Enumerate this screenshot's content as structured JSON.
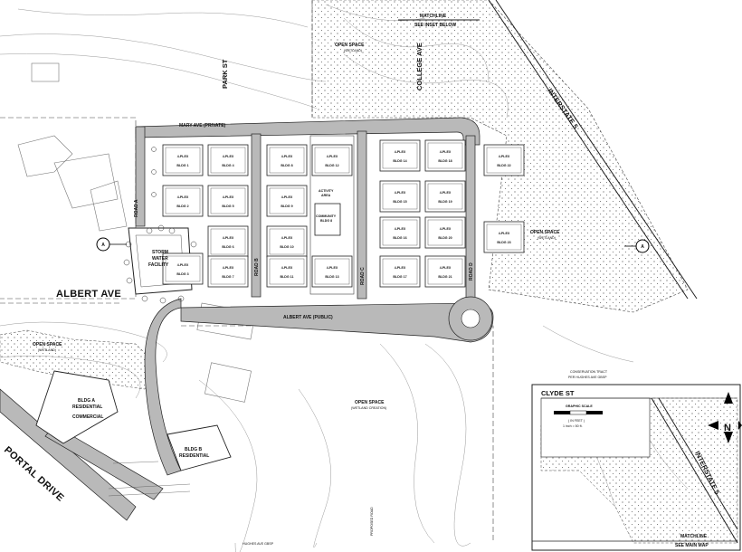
{
  "streets": {
    "park": "PARK ST",
    "college": "COLLEGE AVE",
    "interstate": "INTERSTATE 5",
    "interstate_inset": "INTERSTATE 5",
    "mary": "MARY AVE (PRIVATE)",
    "albert": "ALBERT AVE",
    "albert_public": "ALBERT AVE (PUBLIC)",
    "portal": "PORTAL DRIVE",
    "clyde": "CLYDE ST",
    "road_a": "ROAD A",
    "road_b": "ROAD B",
    "road_c": "ROAD C",
    "road_d": "ROAD D",
    "hughes": "HUGHES AVE GBSP",
    "proposed": "PROPOSED ROAD"
  },
  "labels": {
    "matchline": "MATCHLINE",
    "see_inset": "SEE INSET BELOW",
    "matchline_inset": "MATCHLINE",
    "see_main": "SEE MAIN MAP",
    "open_space_top": "OPEN SPACE",
    "wetland_top": "(WETLAND)",
    "open_space_right": "OPEN SPACE",
    "wetland_right": "(WETLAND)",
    "open_space_left": "OPEN SPACE",
    "wetland_left": "(WETLAND)",
    "open_space_center": "OPEN SPACE",
    "wetland_center": "(WETLAND CREATION)",
    "storm_water_1": "STORM",
    "storm_water_2": "WATER",
    "storm_water_3": "FACILITY",
    "activity_area_1": "ACTIVITY",
    "activity_area_2": "AREA",
    "community_1": "COMMUNITY",
    "community_2": "BLDG 8",
    "bldg_a_1": "BLDG A",
    "bldg_a_2": "RESIDENTIAL",
    "bldg_a_3": "COMMERCIAL",
    "bldg_b_1": "BLDG B",
    "bldg_b_2": "RESIDENTIAL",
    "conservation_1": "CONSERVATION TRACT",
    "conservation_2": "PER HUGHES AVE GBSP",
    "graphic_scale": "GRAPHIC SCALE",
    "scale_feet": "( IN FEET )",
    "scale_ratio": "1 inch = 50 ft.",
    "section": "A",
    "north": "N"
  },
  "buildings": [
    {
      "plex": "4-PLEX",
      "name": "BLDG 1"
    },
    {
      "plex": "4-PLEX",
      "name": "BLDG 2"
    },
    {
      "plex": "4-PLEX",
      "name": "BLDG 3"
    },
    {
      "plex": "4-PLEX",
      "name": "BLDG 4"
    },
    {
      "plex": "4-PLEX",
      "name": "BLDG 5"
    },
    {
      "plex": "4-PLEX",
      "name": "BLDG 6"
    },
    {
      "plex": "4-PLEX",
      "name": "BLDG 7"
    },
    {
      "plex": "4-PLEX",
      "name": "BLDG 8"
    },
    {
      "plex": "4-PLEX",
      "name": "BLDG 9"
    },
    {
      "plex": "4-PLEX",
      "name": "BLDG 10"
    },
    {
      "plex": "4-PLEX",
      "name": "BLDG 11"
    },
    {
      "plex": "4-PLEX",
      "name": "BLDG 12"
    },
    {
      "plex": "4-PLEX",
      "name": "BLDG 13"
    },
    {
      "plex": "4-PLEX",
      "name": "BLDG 14"
    },
    {
      "plex": "4-PLEX",
      "name": "BLDG 15"
    },
    {
      "plex": "4-PLEX",
      "name": "BLDG 16"
    },
    {
      "plex": "4-PLEX",
      "name": "BLDG 17"
    },
    {
      "plex": "4-PLEX",
      "name": "BLDG 18"
    },
    {
      "plex": "4-PLEX",
      "name": "BLDG 19"
    },
    {
      "plex": "4-PLEX",
      "name": "BLDG 20"
    },
    {
      "plex": "4-PLEX",
      "name": "BLDG 21"
    },
    {
      "plex": "4-PLEX",
      "name": "BLDG 22"
    },
    {
      "plex": "4-PLEX",
      "name": "BLDG 23"
    }
  ],
  "colors": {
    "road": "#b9b9b9",
    "wetland_dots": "#555555",
    "linework": "#222222"
  }
}
